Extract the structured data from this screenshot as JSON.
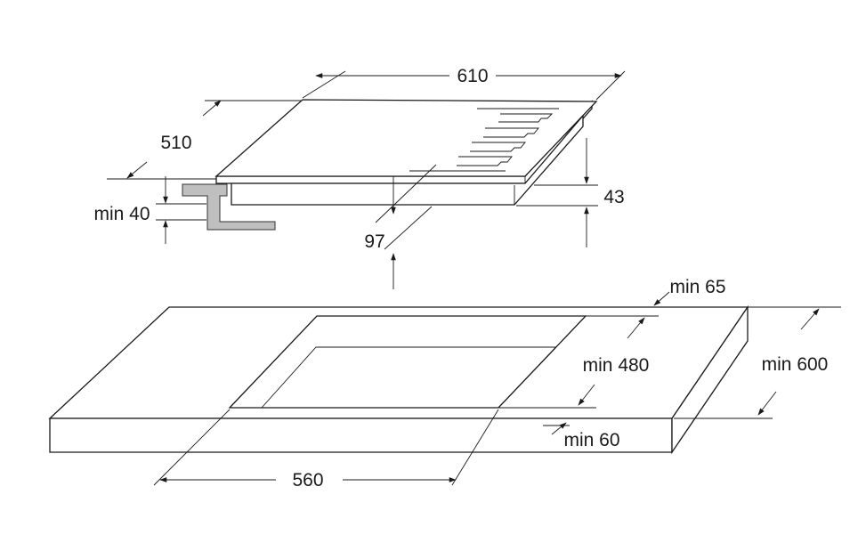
{
  "dimensions": {
    "hob_width": "610",
    "hob_depth": "510",
    "hob_height": "43",
    "embed_depth": "97",
    "min_clearance_below": "min 40",
    "cutout_width": "560",
    "cutout_depth": "min 480",
    "worktop_depth": "min 600",
    "rear_margin": "min 65",
    "front_margin": "min 60"
  },
  "colors": {
    "line": "#1a1a1a",
    "bracket": "#bfbfbf"
  }
}
